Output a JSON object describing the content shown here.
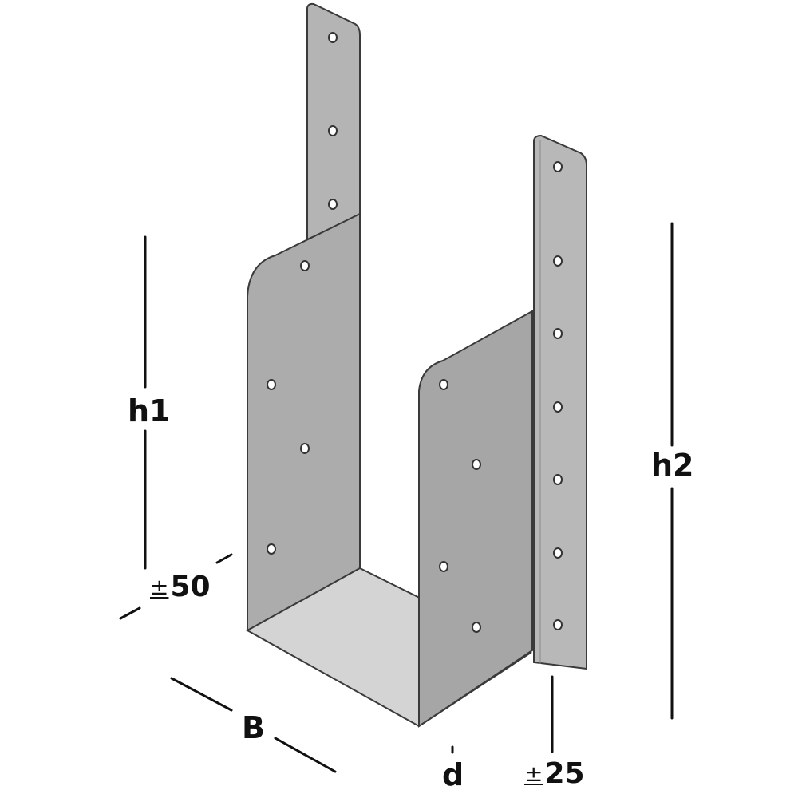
{
  "diagram": {
    "subject": "U-shaped post base / beam hanger with extended tabs",
    "colors": {
      "plate_light": "#c9c9c9",
      "plate_mid": "#aaaaaa",
      "plate_dark": "#a3a3a3",
      "base_plate": "#d3d3d3",
      "outline": "#3a3a3a",
      "dimension_line": "#111111",
      "background": "#ffffff"
    },
    "labels": {
      "h1": "h1",
      "h2": "h2",
      "tolerance_left_sign": "±",
      "tolerance_left_value": "50",
      "tolerance_right_sign": "±",
      "tolerance_right_value": "25",
      "width": "B",
      "thickness": "d"
    },
    "holes": {
      "left_tab": 3,
      "left_side_plate": 4,
      "right_side_plate": 4,
      "right_tab": 7
    }
  }
}
